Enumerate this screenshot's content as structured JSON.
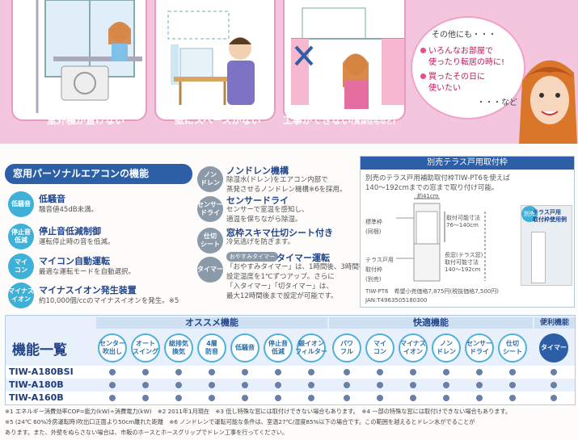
{
  "scenarios": [
    {
      "caption": "室外機が置けない",
      "sub": ""
    },
    {
      "caption": "壁にスペースがない",
      "sub": ""
    },
    {
      "caption": "工事ができない",
      "sub": "(賃貸住宅など)"
    }
  ],
  "bubble": {
    "head": "その他にも・・・",
    "items": [
      "いろんなお部屋で",
      "使ったり転居の時に!",
      "買ったその日に",
      "使いたい"
    ],
    "tail": "・・・など"
  },
  "features": {
    "title": "窓用パーソナルエアコンの機能",
    "left": [
      {
        "badge": "低騒音",
        "name": "低騒音",
        "desc": "騒音値45dB未満。"
      },
      {
        "badge": "停止音\n低減",
        "name": "停止音低減制御",
        "desc": "運転停止時の音を低減。"
      },
      {
        "badge": "マイ\nコン",
        "name": "マイコン自動運転",
        "desc": "最適な運転モードを自動選択。"
      },
      {
        "badge": "マイナス\nイオン",
        "name": "マイナスイオン発生装置",
        "desc": "約10,000個/ccのマイナスイオンを発生。※5"
      }
    ],
    "right": [
      {
        "badge": "ノン\nドレン",
        "name": "ノンドレン機構",
        "desc": "除湿水(ドレン)をエアコン内部で\n蒸発させるノンドレン機構※6を採用。"
      },
      {
        "badge": "センサー\nドライ",
        "name": "センサードライ",
        "desc": "センサーで室温を感知し、\n適温を保ちながら除湿。"
      },
      {
        "badge": "仕切\nシート",
        "name": "窓枠スキマ仕切シート付き",
        "desc": "冷気逃げを防ぎます。"
      },
      {
        "badge": "タイマー",
        "tag": "おやすみタイマー",
        "name": "タイマー運転",
        "desc": "「おやすみタイマー」は、1時間後、3時間後に\n設定温度を1℃ずつアップ。さらに\n「入タイマー」「切タイマー」は、\n最大12時間後まで設定が可能です。"
      }
    ]
  },
  "terrace": {
    "header": "別売テラス戸用取付枠",
    "desc": "別売のテラス戸用補助取付枠TIW-PT6を使えば\n140～192cmまでの窓まで取り付け可能。",
    "width": "約41cm",
    "left_labels": [
      "標準枠",
      "(同梱)",
      "テラス戸用",
      "取付枠",
      "(別売)"
    ],
    "range1": "取付可能寸法\n76～140cm",
    "range2": "長窓(テラス窓)\n取付可能寸法\n140～192cm",
    "tag": "別売",
    "photo_label": "テラス戸用\n取付枠使用例",
    "price": "TIW-PT6　希望小売価格7,875円(税抜価格7,500円)",
    "jan": "JAN:T4963505180300"
  },
  "table": {
    "title": "機能一覧",
    "groups": [
      "オススメ機能",
      "快適機能",
      "便利機能"
    ],
    "icons": [
      "センター\n吹出し",
      "オート\nスイング",
      "総排気\n換気",
      "4層\n防音",
      "低騒音",
      "停止音\n低減",
      "銀イオン\nフィルター",
      "パワ\nフル",
      "マイ\nコン",
      "マイナス\nイオン",
      "ノン\nドレン",
      "センサー\nドライ",
      "仕切\nシート",
      "タイマー"
    ],
    "models": [
      "TIW-A180BSI",
      "TIW-A180B",
      "TIW-A160B"
    ]
  },
  "notes": [
    "※1 エネルギー消費効率COP=能力(kW)÷消費電力(kW)　※2 2011年1月現在　※3 低し特殊な窓には取付けできない場合もあります。　※4 一部の特殊な窓には取付けできない場合もあります。",
    "※5 (24℃ 60%冷房運転時)吹出口正面より50cm離れた距離　※6 ノンドレンで運転可能な条件は、室温27℃/湿度85%以下の場合です。この範囲を越えるとドレン水がでることが",
    "あります。また、外壁をぬらさない場合は、市販のホースとホースグリップでドレン工事を行ってください。"
  ],
  "colors": {
    "pink": "#f3c6dd",
    "blue": "#2d5fa6",
    "cyan": "#3fb0d8"
  }
}
